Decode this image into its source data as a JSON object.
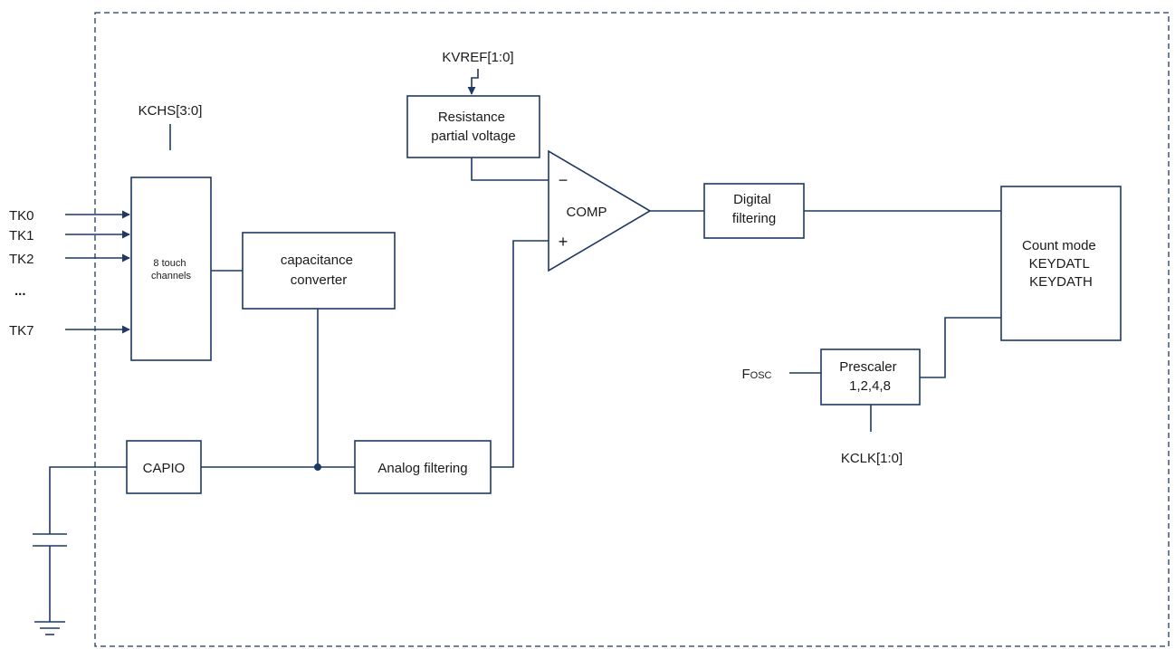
{
  "inputs": {
    "tk0": "TK0",
    "tk1": "TK1",
    "tk2": "TK2",
    "ellipsis": "...",
    "tk7": "TK7",
    "fosc_main": "F",
    "fosc_sub": "OSC"
  },
  "signals": {
    "kchs": "KCHS[3:0]",
    "kvref": "KVREF[1:0]",
    "kclk": "KCLK[1:0]"
  },
  "blocks": {
    "channels": [
      "8 touch",
      "channels"
    ],
    "cap_converter": [
      "capacitance",
      "converter"
    ],
    "capio": "CAPIO",
    "analog_filter": "Analog filtering",
    "resistance": [
      "Resistance",
      "partial voltage"
    ],
    "comparator": "COMP",
    "comp_minus": "−",
    "comp_plus": "+",
    "digital_filter": [
      "Digital",
      "filtering"
    ],
    "count_mode": [
      "Count mode",
      "KEYDATL",
      "KEYDATH"
    ],
    "prescaler": [
      "Prescaler",
      "1,2,4,8"
    ]
  },
  "colors": {
    "line": "#1f3864",
    "text": "#1a1a1a",
    "background": "#ffffff"
  }
}
